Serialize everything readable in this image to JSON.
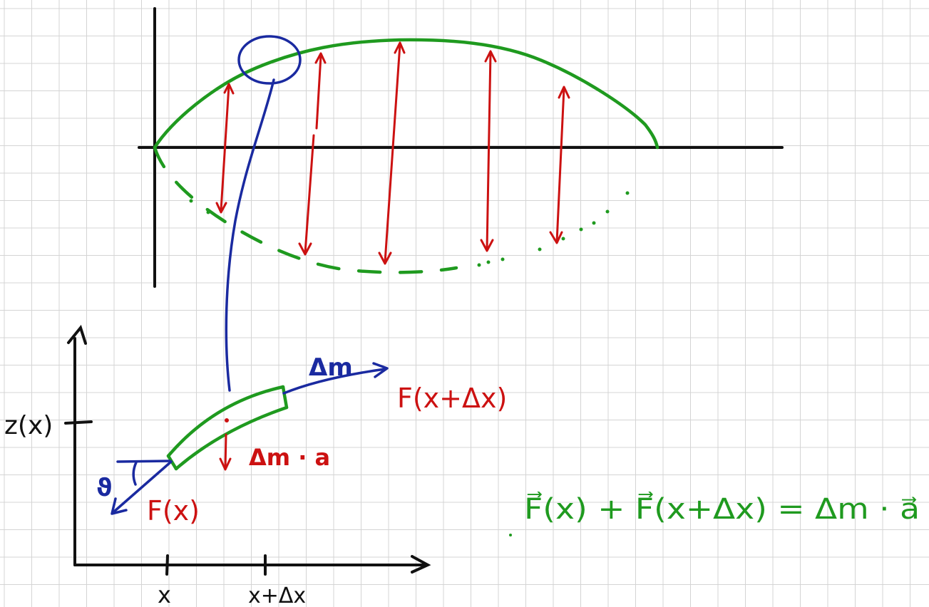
{
  "labels": {
    "delta_m_top": "Δm",
    "force_right": "F(x+Δx)",
    "z_axis": "z(x)",
    "mass_accel": "Δm · a",
    "theta": "ϑ",
    "force_left": "F(x)",
    "x_tick": "x",
    "x_dx_tick": "x+Δx",
    "equation": "F⃗(x) + F⃗(x+Δx) = Δm · a⃗"
  },
  "colors": {
    "grid": "#d4d4d4",
    "axis": "#111111",
    "string": "#1f9a1f",
    "force": "#cc1111",
    "annotation": "#1a2aa0"
  }
}
